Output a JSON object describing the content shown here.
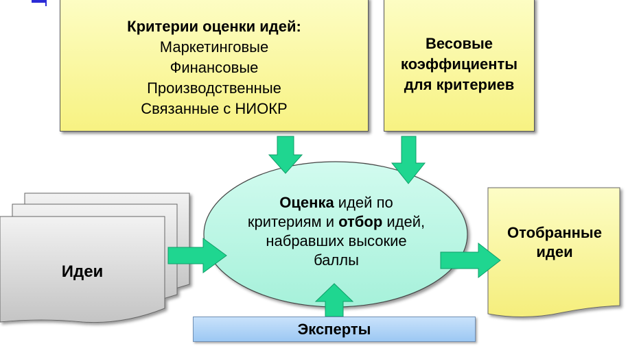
{
  "criteria": {
    "title": "Критерии оценки идей:",
    "items": [
      "Маркетинговые",
      "Финансовые",
      "Производственные",
      "Связанные с НИОКР"
    ]
  },
  "weights": {
    "lines": [
      "Весовые",
      "коэффициенты",
      "для критериев"
    ]
  },
  "evaluation": {
    "bold_1": "Оценка",
    "text_1": " идей по критериям и ",
    "bold_2": "отбор",
    "text_2": " идей, набравших высокие баллы"
  },
  "ideas": {
    "label": "Идеи"
  },
  "selected": {
    "lines": [
      "Отобранные",
      "идеи"
    ]
  },
  "experts": {
    "label": "Эксперты"
  },
  "colors": {
    "arrow_fill": "#1fd690",
    "ellipse_fill": "#b9f7e4",
    "box_yellow": "#f9f49a",
    "experts_blue": "#a9cff5",
    "stack_gray": "#d9d9d9"
  }
}
